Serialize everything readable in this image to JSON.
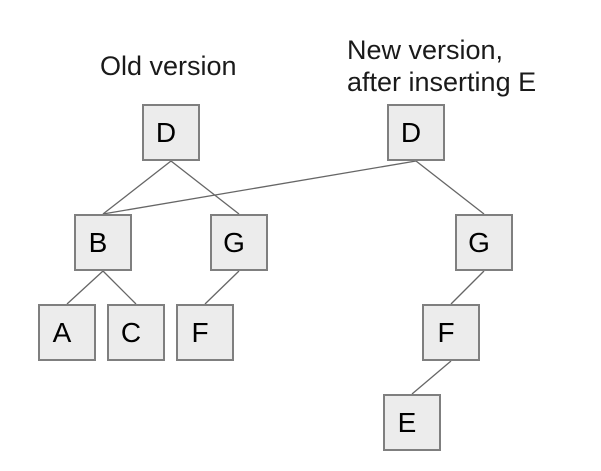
{
  "page": {
    "background": "#ffffff"
  },
  "titles": {
    "old": "Old version",
    "new": "New version,\nafter inserting E"
  },
  "diagram": {
    "description": "Two versions of a binary search tree sharing structure after inserting E",
    "colors": {
      "node_fill": "#ececec",
      "node_border": "#7f7f7f",
      "edge_color": "#666666",
      "text": "#1a1a1a"
    },
    "nodes": {
      "old_d": {
        "label": "D",
        "tree": "old"
      },
      "new_d": {
        "label": "D",
        "tree": "new"
      },
      "b": {
        "label": "B",
        "tree": "shared"
      },
      "old_g": {
        "label": "G",
        "tree": "old"
      },
      "new_g": {
        "label": "G",
        "tree": "new"
      },
      "a": {
        "label": "A",
        "tree": "shared"
      },
      "c": {
        "label": "C",
        "tree": "shared"
      },
      "old_f": {
        "label": "F",
        "tree": "old"
      },
      "new_f": {
        "label": "F",
        "tree": "new"
      },
      "e": {
        "label": "E",
        "tree": "new"
      }
    },
    "edges": [
      {
        "from": "old_d",
        "to": "b"
      },
      {
        "from": "old_d",
        "to": "old_g"
      },
      {
        "from": "new_d",
        "to": "b"
      },
      {
        "from": "new_d",
        "to": "new_g"
      },
      {
        "from": "b",
        "to": "a"
      },
      {
        "from": "b",
        "to": "c"
      },
      {
        "from": "old_g",
        "to": "old_f"
      },
      {
        "from": "new_g",
        "to": "new_f"
      },
      {
        "from": "new_f",
        "to": "e"
      }
    ]
  }
}
